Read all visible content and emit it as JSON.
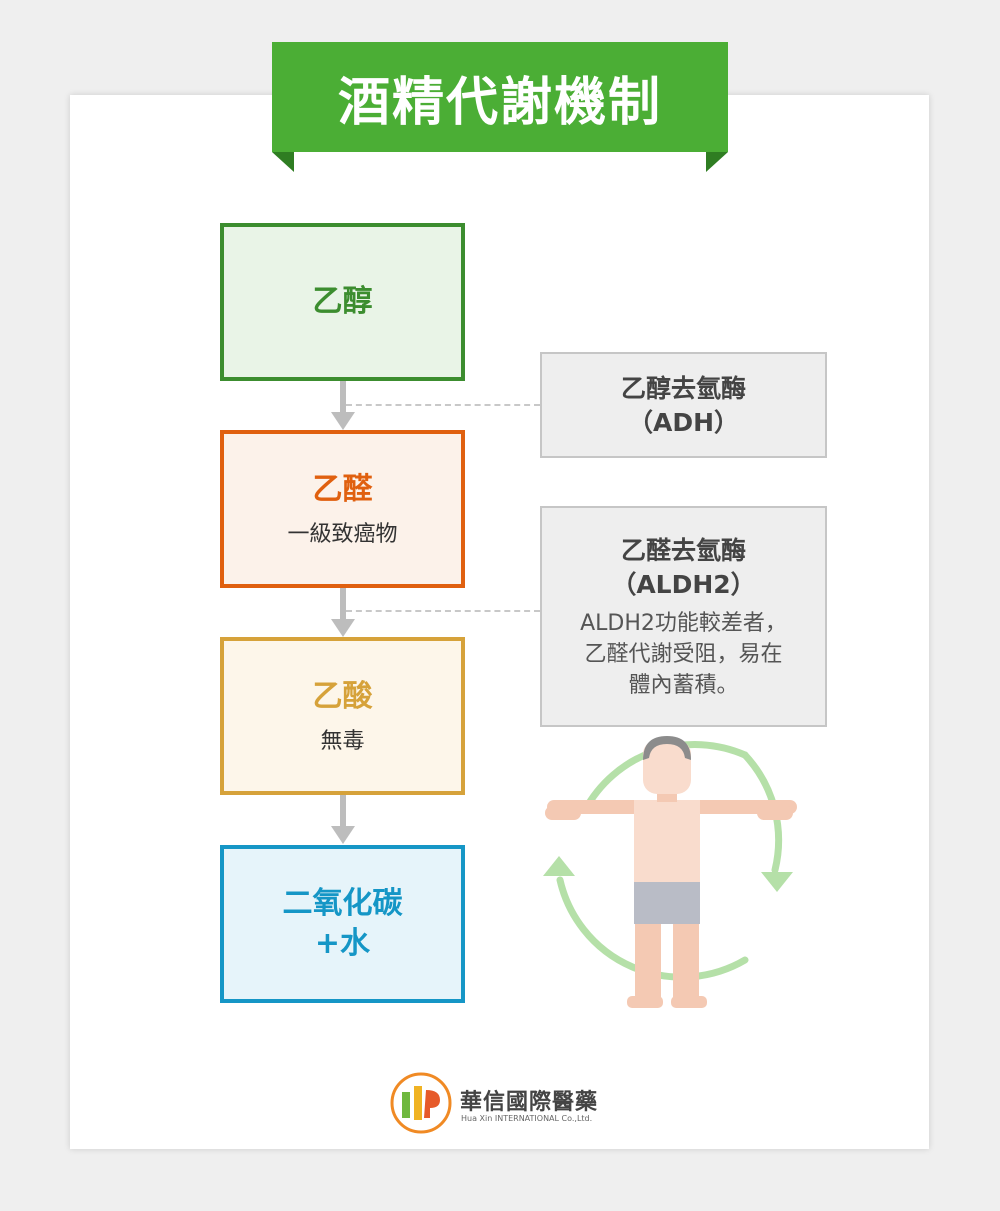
{
  "title": "酒精代謝機制",
  "stages": [
    {
      "name": "乙醇",
      "note": ""
    },
    {
      "name": "乙醛",
      "note": "一級致癌物"
    },
    {
      "name": "乙酸",
      "note": "無毒"
    },
    {
      "name": "二氧化碳\n+水",
      "note": ""
    }
  ],
  "enzymes": [
    {
      "title": "乙醇去氫酶\n（ADH）",
      "desc": ""
    },
    {
      "title": "乙醛去氫酶\n（ALDH2）",
      "desc": "ALDH2功能較差者，\n乙醛代謝受阻，易在\n體內蓄積。"
    }
  ],
  "logo": {
    "brand": "華信國際醫藥",
    "sub": "Hua Xin INTERNATIONAL Co.,Ltd."
  },
  "colors": {
    "banner": "#4bae35",
    "ethanol": "#3c8d2f",
    "acetaldehyde": "#e0600f",
    "acetic_acid": "#d6a23a",
    "co2_water": "#1596c6"
  }
}
